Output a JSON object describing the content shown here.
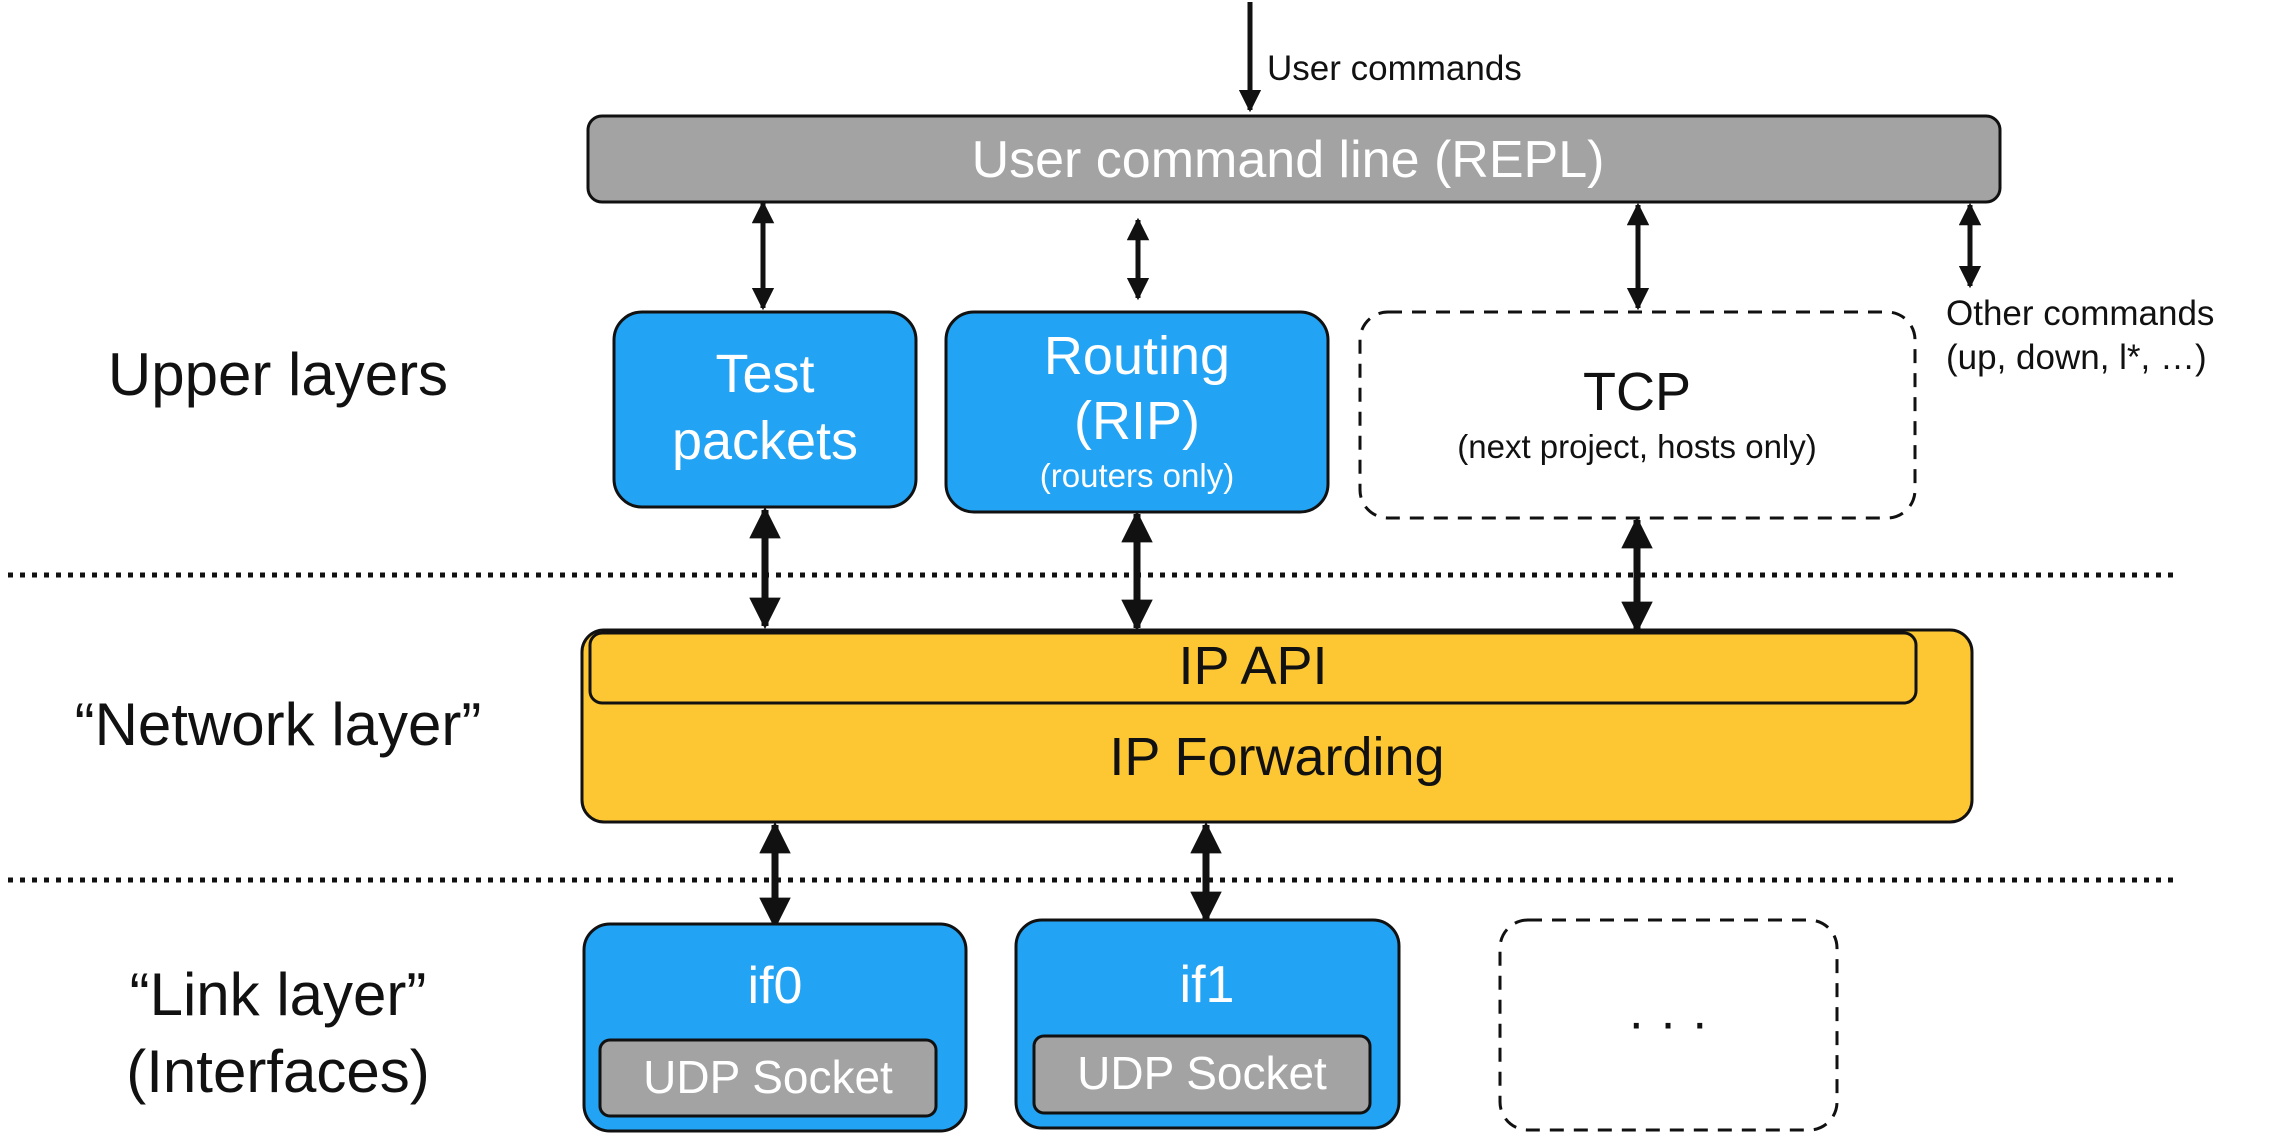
{
  "layer_labels": {
    "upper": "Upper layers",
    "network": "“Network layer”",
    "link_line1": "“Link layer”",
    "link_line2": "(Interfaces)"
  },
  "repl": {
    "input_label": "User commands",
    "title": "User command line (REPL)",
    "other_commands_line1": "Other commands",
    "other_commands_line2": "(up, down, l*, …)"
  },
  "upper_boxes": {
    "test": {
      "line1": "Test",
      "line2": "packets"
    },
    "routing": {
      "line1": "Routing",
      "line2": "(RIP)",
      "note": "(routers only)"
    },
    "tcp": {
      "title": "TCP",
      "note": "(next project, hosts only)"
    }
  },
  "network": {
    "api": "IP API",
    "forwarding": "IP Forwarding"
  },
  "interfaces": {
    "if0": {
      "name": "if0",
      "socket": "UDP Socket"
    },
    "if1": {
      "name": "if1",
      "socket": "UDP Socket"
    },
    "more": "· · ·"
  },
  "colors": {
    "blue": "#22a3f3",
    "yellow": "#fdc734",
    "gray": "#a3a3a3",
    "stroke": "#111111"
  }
}
